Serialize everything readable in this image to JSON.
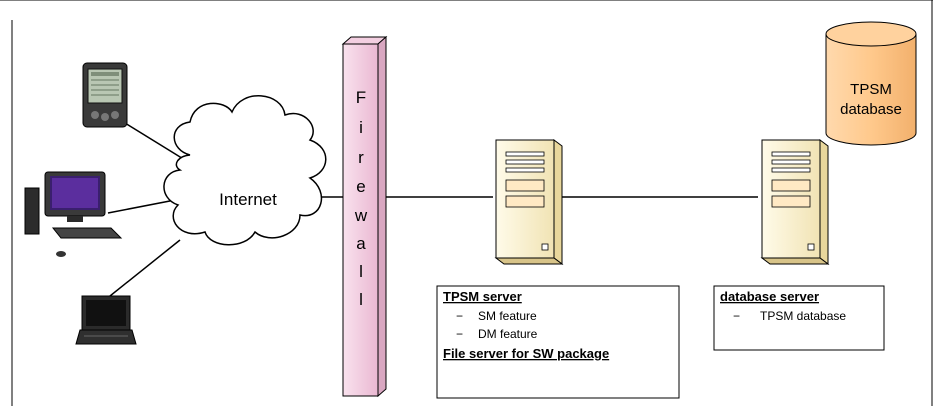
{
  "cloud": {
    "label": "Internet"
  },
  "firewall": {
    "letters": [
      "F",
      "i",
      "r",
      "e",
      "w",
      "a",
      "l",
      "l"
    ]
  },
  "database": {
    "line1": "TPSM",
    "line2": "database"
  },
  "tpsm_server_box": {
    "title": "TPSM server",
    "items": [
      "SM feature",
      "DM feature"
    ],
    "footer": "File server for SW package"
  },
  "db_server_box": {
    "title": "database server",
    "items": [
      "TPSM database"
    ]
  },
  "bullet": "−",
  "colors": {
    "firewall": "#f7d7e8",
    "database": "#ffcc99",
    "server": "#fff6d5",
    "cloud": "#ffffff",
    "line": "#000000"
  },
  "icons": [
    "pda-icon",
    "desktop-computer-icon",
    "laptop-icon",
    "server-icon",
    "database-cylinder-icon",
    "cloud-icon"
  ]
}
